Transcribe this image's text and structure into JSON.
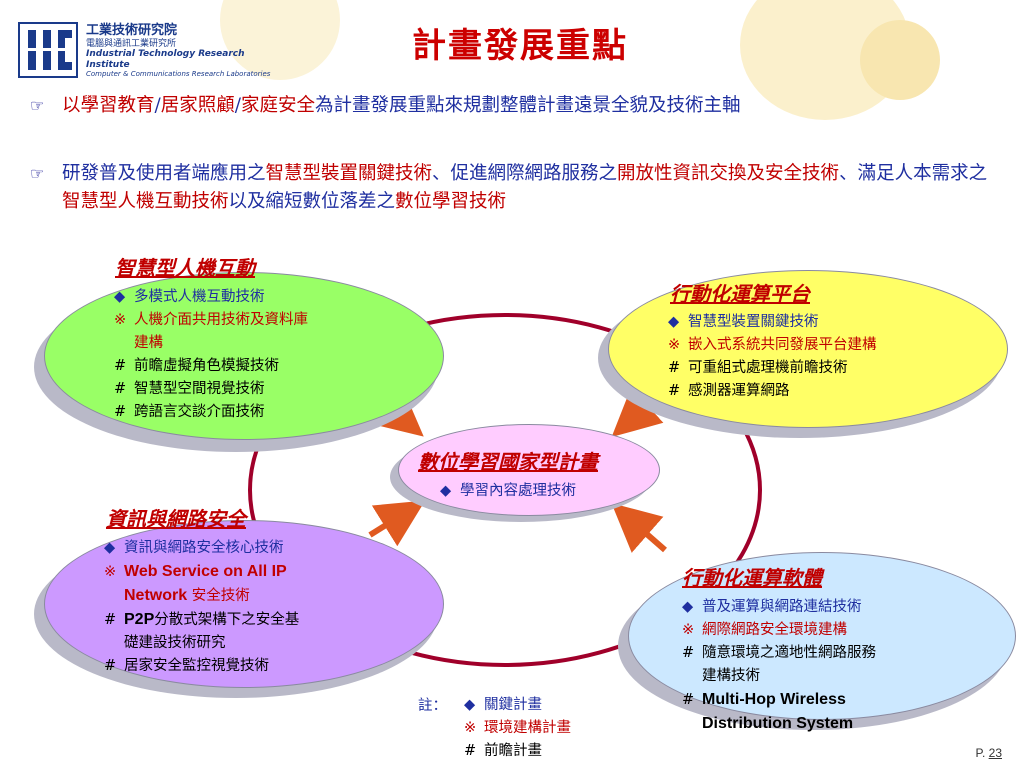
{
  "logo": {
    "line1": "工業技術研究院",
    "line2": "電腦與通訊工業研究所",
    "line3": "Industrial Technology Research Institute",
    "line4": "Computer & Communications Research Laboratories"
  },
  "title": "計畫發展重點",
  "bullets": [
    {
      "parts": [
        {
          "text": "以學習教育",
          "color": "red"
        },
        {
          "text": "/",
          "color": "blue"
        },
        {
          "text": "居家照顧",
          "color": "red"
        },
        {
          "text": "/",
          "color": "blue"
        },
        {
          "text": "家庭安全",
          "color": "red"
        },
        {
          "text": "為計畫發展重點來規劃整體計畫遠景全貌及技術主軸",
          "color": "blue"
        }
      ]
    },
    {
      "parts": [
        {
          "text": "研發普及使用者端應用之",
          "color": "blue"
        },
        {
          "text": "智慧型裝置關鍵技術",
          "color": "red"
        },
        {
          "text": "、促進網際網路服務之",
          "color": "blue"
        },
        {
          "text": "開放性資訊交換及安全技術",
          "color": "red"
        },
        {
          "text": "、滿足人本需求之",
          "color": "blue"
        },
        {
          "text": "智慧型人機互動技術",
          "color": "red"
        },
        {
          "text": "以及縮短數位落差之",
          "color": "blue"
        },
        {
          "text": "數位學習技術",
          "color": "red"
        }
      ]
    }
  ],
  "nodes": {
    "hci": {
      "title": "智慧型人機互動",
      "items": [
        {
          "mark": "◆",
          "text": "多模式人機互動技術",
          "color": "blue"
        },
        {
          "mark": "※",
          "text": "人機介面共用技術及資料庫",
          "color": "red"
        },
        {
          "mark": "",
          "text": "建構",
          "color": "red"
        },
        {
          "mark": "#",
          "text": "前瞻虛擬角色模擬技術",
          "color": "blk"
        },
        {
          "mark": "#",
          "text": "智慧型空間視覺技術",
          "color": "blk"
        },
        {
          "mark": "#",
          "text": "跨語言交談介面技術",
          "color": "blk"
        }
      ]
    },
    "mobile_platform": {
      "title": "行動化運算平台",
      "items": [
        {
          "mark": "◆",
          "text": "智慧型裝置關鍵技術",
          "color": "blue"
        },
        {
          "mark": "※",
          "text": "嵌入式系統共同發展平台建構",
          "color": "red"
        },
        {
          "mark": "#",
          "text": "可重組式處理機前瞻技術",
          "color": "blk"
        },
        {
          "mark": "#",
          "text": "感測器運算網路",
          "color": "blk"
        }
      ]
    },
    "elearning": {
      "title": "數位學習國家型計畫",
      "items": [
        {
          "mark": "◆",
          "text": "學習內容處理技術",
          "color": "blue"
        }
      ]
    },
    "security": {
      "title": "資訊與網路安全",
      "items": [
        {
          "mark": "◆",
          "text": "資訊與網路安全核心技術",
          "color": "blue"
        },
        {
          "mark": "※",
          "text": "Web Service on All IP",
          "color": "red",
          "sans": true
        },
        {
          "mark": "",
          "text": "Network",
          "text2": " 安全技術",
          "color": "red",
          "sans": true
        },
        {
          "mark": "#",
          "text": "P2P",
          "text2": "分散式架構下之安全基",
          "color": "blk",
          "sans": true
        },
        {
          "mark": "",
          "text": "礎建設技術研究",
          "color": "blk"
        },
        {
          "mark": "#",
          "text": "居家安全監控視覺技術",
          "color": "blk"
        }
      ]
    },
    "mobile_software": {
      "title": "行動化運算軟體",
      "items": [
        {
          "mark": "◆",
          "text": "普及運算與網路連結技術",
          "color": "blue"
        },
        {
          "mark": "※",
          "text": "網際網路安全環境建構",
          "color": "red"
        },
        {
          "mark": "#",
          "text": "隨意環境之適地性網路服務",
          "color": "blk"
        },
        {
          "mark": "",
          "text": "建構技術",
          "color": "blk"
        },
        {
          "mark": "#",
          "text": "Multi-Hop Wireless",
          "color": "blk",
          "sans": true
        },
        {
          "mark": "",
          "text": "Distribution System",
          "color": "blk",
          "sans": true
        }
      ]
    }
  },
  "legend": {
    "label": "註：",
    "items": [
      {
        "mark": "◆",
        "text": "關鍵計畫",
        "color": "blue"
      },
      {
        "mark": "※",
        "text": "環境建構計畫",
        "color": "red"
      },
      {
        "mark": "#",
        "text": "前瞻計畫",
        "color": "blk"
      }
    ]
  },
  "page": {
    "prefix": "P. ",
    "number": "23"
  },
  "colors": {
    "hci_fill": "#99ff66",
    "platform_fill": "#ffff66",
    "elearning_fill": "#ffccff",
    "security_fill": "#cc99ff",
    "software_fill": "#cce8ff",
    "ring": "#a0002a",
    "arrow": "#e05a20"
  }
}
